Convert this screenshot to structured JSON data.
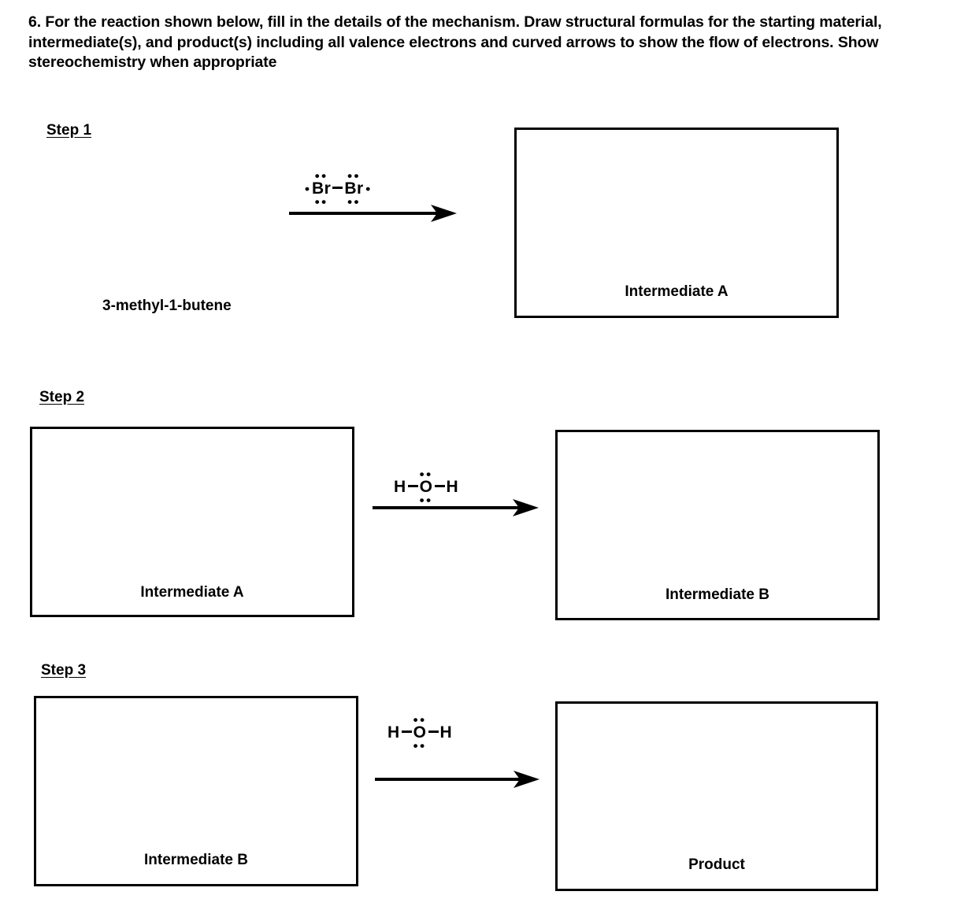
{
  "question": {
    "number": "6.",
    "text": "6. For the reaction shown below, fill in the details of the mechanism. Draw structural formulas for the starting material, intermediate(s), and product(s) including all valence electrons and curved arrows to show the flow of electrons. Show stereochemistry when appropriate"
  },
  "colors": {
    "ink": "#000000",
    "paper": "#ffffff"
  },
  "steps": [
    {
      "id": "step-1",
      "heading": "Step 1",
      "starting_material_label": "3-methyl-1-butene",
      "reagent": {
        "name": "bromine",
        "formula": "Br-Br",
        "left_atom": "Br",
        "right_atom": "Br",
        "lone_pair_glyph": "••",
        "single_pair_glyph": "•",
        "left_atom_lone_pairs": [
          "left",
          "top",
          "bottom"
        ],
        "right_atom_lone_pairs": [
          "right",
          "top",
          "bottom"
        ]
      },
      "arrow": "reaction-arrow-right",
      "product_box_label": "Intermediate A"
    },
    {
      "id": "step-2",
      "heading": "Step 2",
      "reactant_box_label": "Intermediate A",
      "reagent": {
        "name": "water",
        "formula": "H-O-H",
        "left_atom": "H",
        "center_atom": "O",
        "right_atom": "H",
        "lone_pair_glyph": "••",
        "center_atom_lone_pairs": [
          "top",
          "bottom"
        ]
      },
      "arrow": "reaction-arrow-right",
      "product_box_label": "Intermediate B"
    },
    {
      "id": "step-3",
      "heading": "Step 3",
      "reactant_box_label": "Intermediate B",
      "reagent": {
        "name": "water",
        "formula": "H-O-H",
        "left_atom": "H",
        "center_atom": "O",
        "right_atom": "H",
        "lone_pair_glyph": "••",
        "center_atom_lone_pairs": [
          "top",
          "bottom"
        ]
      },
      "arrow": "reaction-arrow-right",
      "product_box_label": "Product"
    }
  ]
}
